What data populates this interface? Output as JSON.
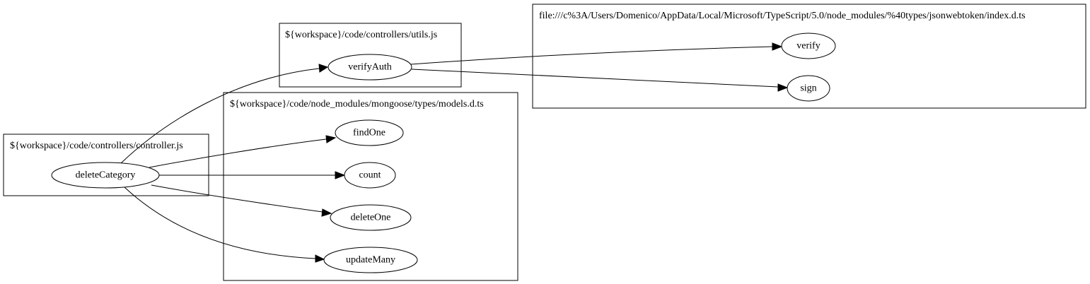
{
  "clusters": [
    {
      "id": "controller",
      "label": "${workspace}/code/controllers/controller.js"
    },
    {
      "id": "utils",
      "label": "${workspace}/code/controllers/utils.js"
    },
    {
      "id": "models",
      "label": "${workspace}/code/node_modules/mongoose/types/models.d.ts"
    },
    {
      "id": "jwt",
      "label": "file:///c%3A/Users/Domenico/AppData/Local/Microsoft/TypeScript/5.0/node_modules/%40types/jsonwebtoken/index.d.ts"
    }
  ],
  "nodes": [
    {
      "id": "deleteCategory",
      "label": "deleteCategory",
      "cluster": "controller"
    },
    {
      "id": "verifyAuth",
      "label": "verifyAuth",
      "cluster": "utils"
    },
    {
      "id": "findOne",
      "label": "findOne",
      "cluster": "models"
    },
    {
      "id": "count",
      "label": "count",
      "cluster": "models"
    },
    {
      "id": "deleteOne",
      "label": "deleteOne",
      "cluster": "models"
    },
    {
      "id": "updateMany",
      "label": "updateMany",
      "cluster": "models"
    },
    {
      "id": "verify",
      "label": "verify",
      "cluster": "jwt"
    },
    {
      "id": "sign",
      "label": "sign",
      "cluster": "jwt"
    }
  ],
  "edges": [
    {
      "from": "deleteCategory",
      "to": "verifyAuth"
    },
    {
      "from": "deleteCategory",
      "to": "findOne"
    },
    {
      "from": "deleteCategory",
      "to": "count"
    },
    {
      "from": "deleteCategory",
      "to": "deleteOne"
    },
    {
      "from": "deleteCategory",
      "to": "updateMany"
    },
    {
      "from": "verifyAuth",
      "to": "verify"
    },
    {
      "from": "verifyAuth",
      "to": "sign"
    }
  ]
}
